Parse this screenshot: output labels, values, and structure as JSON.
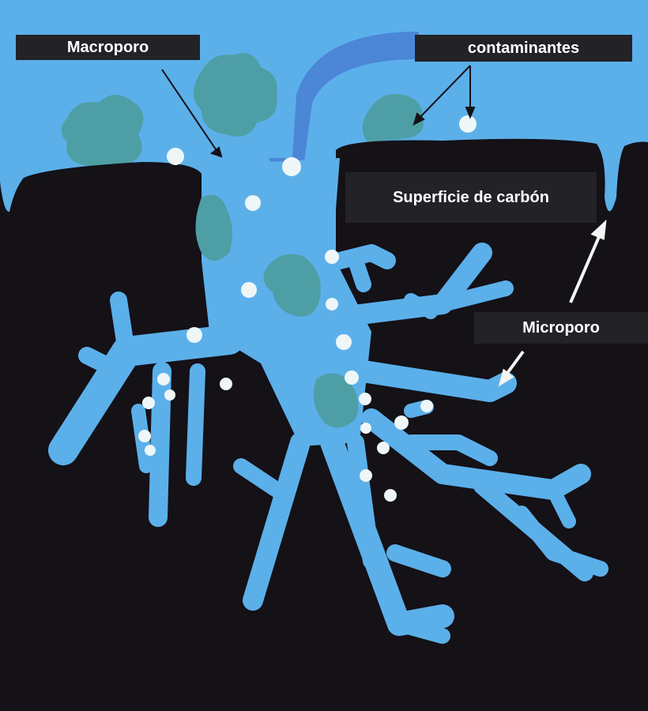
{
  "labels": {
    "macroporo": "Macroporo",
    "contaminantes": "contaminantes",
    "superficie": "Superficie de carbón",
    "microporo": "Microporo"
  },
  "colors": {
    "water": "#5bb0ea",
    "carbon": "#141117",
    "contaminant_blob": "#4e9ea6",
    "contaminant_dot": "#eef6f8",
    "flow_arrow": "#4a7fd4",
    "label_box": "#232227"
  }
}
